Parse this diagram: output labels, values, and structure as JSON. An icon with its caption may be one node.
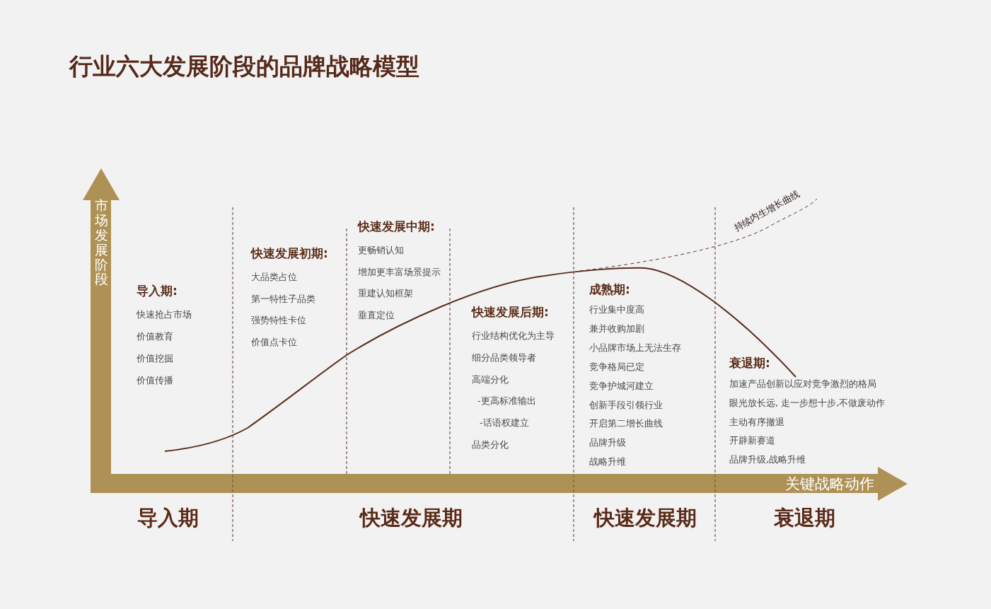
{
  "diagram": {
    "title": "行业六大发展阶段的品牌战略模型",
    "labels": [
      "市场发展阶段",
      "导入期:",
      "快速抢占市场",
      "价值教育",
      "价值挖掘",
      "价值传播",
      "快速发展初期:",
      "大品类占位",
      "第一特性子品类",
      "强势特性卡位",
      "价值点卡位",
      "快速发展中期:",
      "更畅销认知",
      "增加更丰富场景提示",
      "重建认知框架",
      "垂直定位",
      "快速发展后期:",
      "行业结构优化为主导",
      "细分品类领导者",
      "高端分化",
      "-更高标准输出",
      "-话语权建立",
      "品类分化",
      "成熟期:",
      "行业集中度高",
      "兼并收购加剧",
      "小品牌市场上无法生存",
      "竞争格局已定",
      "竞争护城河建立",
      "创新手段引领行业",
      "开启第二增长曲线",
      "品牌升级",
      "战略升维",
      "持续内生增长曲线",
      "衰退期:",
      "加速产品创新以应对竞争激烈的格局",
      "眼光放长远, 走一步想十步,不做废动作",
      "主动有序撤退",
      "开辟新赛道",
      "品牌升级,战略升维",
      "关键战略动作",
      "导入期",
      "快速发展期",
      "快速发展期",
      "衰退期"
    ]
  }
}
